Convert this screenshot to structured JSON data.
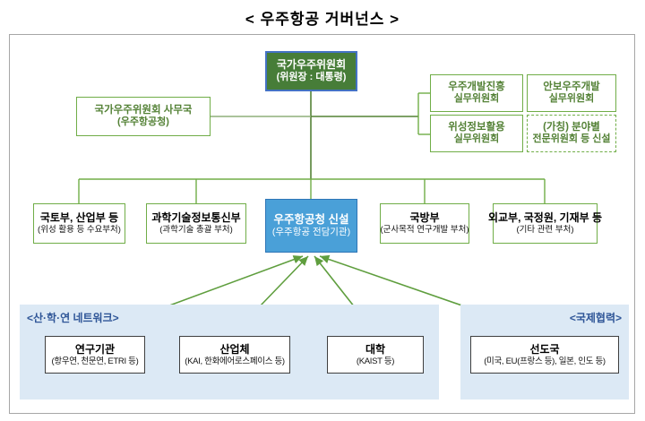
{
  "title": "<  우주항공  거버넌스  >",
  "colors": {
    "green-fill": "#477d38",
    "green-border-strong": "#4472c4",
    "green-line": "#70ad47",
    "green-text": "#538135",
    "blue-fill": "#4aa0d8",
    "blue-border": "#2e75b6",
    "panel-bg": "#dce9f5",
    "label-blue": "#2e5597",
    "gray-line": "#7f7f7f",
    "frame-gray": "#a6a6a6",
    "dark-border": "#3f3f3f"
  },
  "org": {
    "national_committee": {
      "line1": "국가우주위원회",
      "line2": "(위원장 : 대통령)"
    },
    "secretariat": {
      "line1": "국가우주위원회 사무국",
      "line2": "(우주항공청)"
    },
    "subcommittees": [
      {
        "line1": "우주개발진흥",
        "line2": "실무위원회"
      },
      {
        "line1": "안보우주개발",
        "line2": "실무위원회"
      },
      {
        "line1": "위성정보활용",
        "line2": "실무위원회"
      },
      {
        "line1": "(가칭) 분야별",
        "line2": "전문위원회 등 신설"
      }
    ],
    "agency": {
      "line1": "우주항공청 신설",
      "line2": "(우주항공 전담기관)"
    },
    "ministries": [
      {
        "line1": "국토부, 산업부 등",
        "line2": "(위성 활용 등 수요부처)"
      },
      {
        "line1": "과학기술정보통신부",
        "line2": "(과학기술 총괄 부처)"
      },
      {
        "line1": "국방부",
        "line2": "(군사목적 연구개발 부처)"
      },
      {
        "line1": "외교부, 국정원, 기재부 등",
        "line2": "(기타 관련 부처)"
      }
    ]
  },
  "network_section": {
    "label": "<산·학·연 네트워크>",
    "boxes": [
      {
        "line1": "연구기관",
        "line2": "(항우연, 천문연, ETRI 등)"
      },
      {
        "line1": "산업체",
        "line2": "(KAI, 한화에어로스페이스 등)"
      },
      {
        "line1": "대학",
        "line2": "(KAIST 등)"
      }
    ]
  },
  "international_section": {
    "label": "<국제협력>",
    "box": {
      "line1": "선도국",
      "line2": "(미국, EU(프랑스 등), 일본, 인도 등)"
    }
  }
}
